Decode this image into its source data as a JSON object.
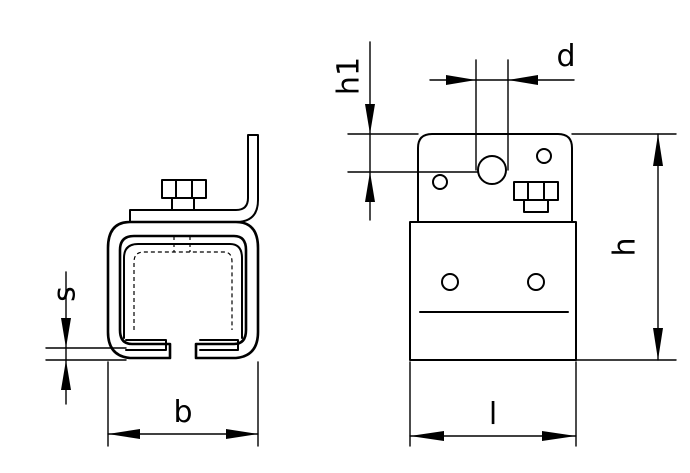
{
  "labels": {
    "s": "s",
    "b": "b",
    "h1": "h1",
    "d": "d",
    "h": "h",
    "l": "l"
  }
}
